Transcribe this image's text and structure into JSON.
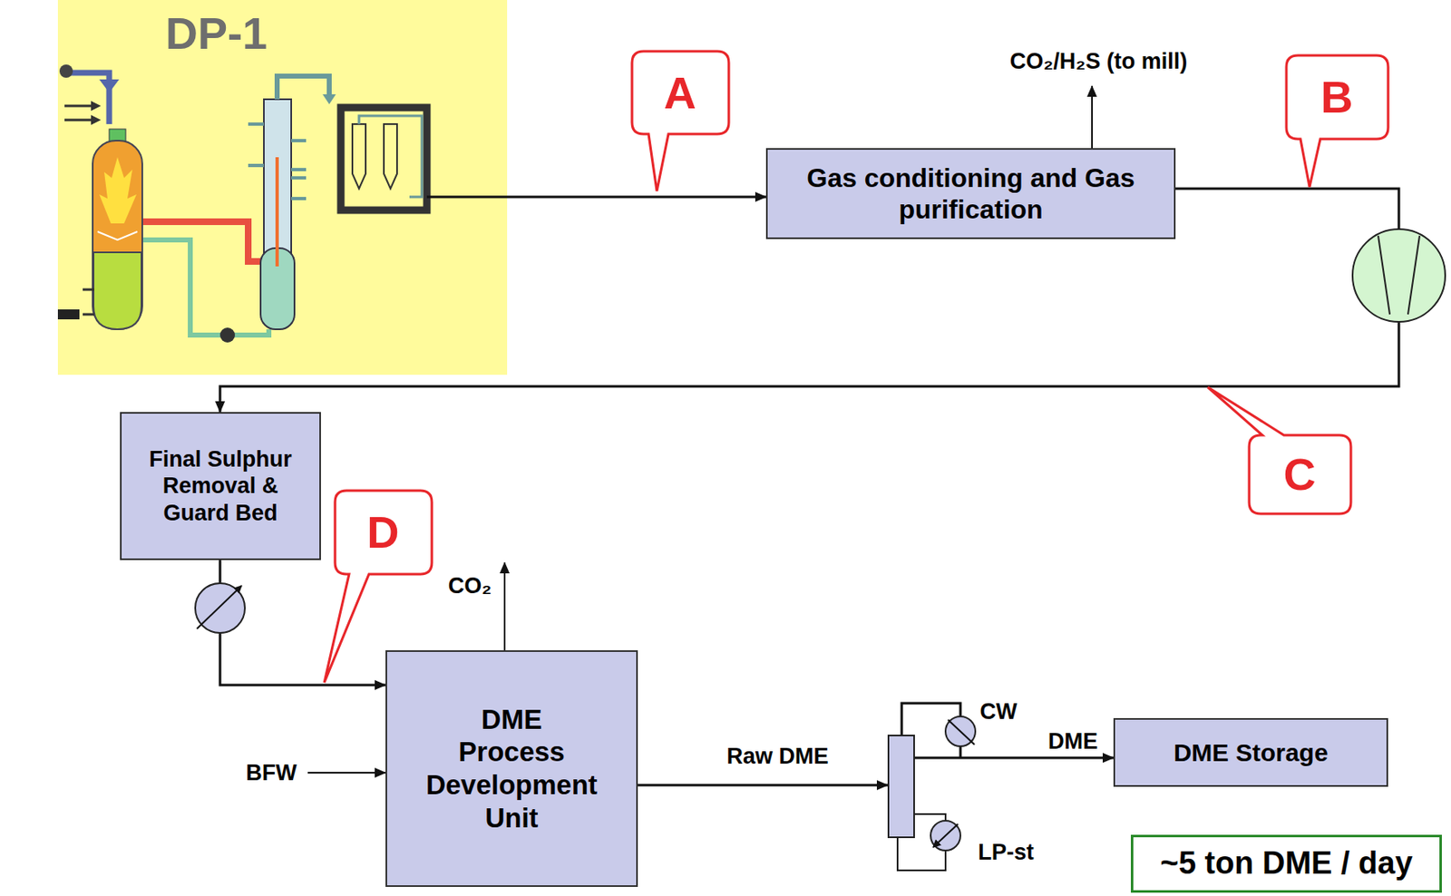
{
  "diagram": {
    "nodes": [
      {
        "text": [
          "DP-1"
        ]
      },
      {
        "text": [
          "Gas conditioning and Gas purification"
        ]
      },
      {
        "text": [
          "Final Sulphur Removal & Guard Bed"
        ]
      },
      {
        "text": [
          "DME Process Development Unit"
        ]
      },
      {
        "text": [
          "DME Storage"
        ]
      },
      {
        "text": [
          "~5 ton DME / day"
        ]
      }
    ],
    "edges": [
      {
        "from": 0,
        "to": 1,
        "arrow": "to"
      },
      {
        "from": 1,
        "to": 2,
        "arrow": "to"
      },
      {
        "from": 2,
        "to": 3,
        "arrow": "to"
      },
      {
        "from": 3,
        "to": 4,
        "arrow": "to"
      }
    ],
    "labels": [
      "A",
      "CO₂/H₂S (to mill)",
      "B",
      "C",
      "D",
      "CO₂",
      "BFW",
      "Raw DME",
      "CW",
      "DME",
      "LP-st"
    ]
  }
}
